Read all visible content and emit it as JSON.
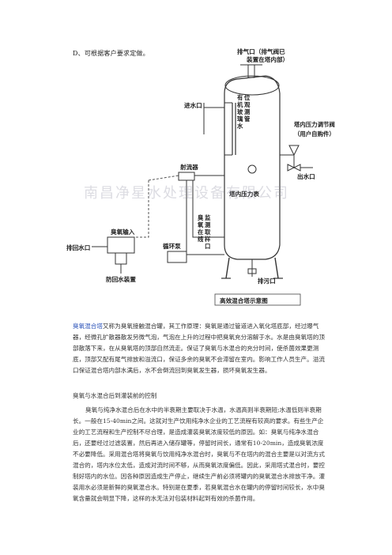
{
  "doc": {
    "intro_line": "D、可根据客户要求定做。",
    "watermark": "南昌净星水处理设备有限公司",
    "diagram": {
      "exhaust": "排气口（排气阀已",
      "exhaust2": "装置在塔内部）",
      "inlet": "进水口",
      "level_gauge": "有机玻璃水位观测管",
      "pressure_reg": "塔内压力调节阀",
      "pressure_reg2": "（用户自购件）",
      "outlet": "出水口",
      "ejector": "射流器",
      "tower_pressure": "塔内压力表",
      "ozone_in": "臭氧输入",
      "recycle_outlet": "排回水口",
      "circulation_pump": "循环泵",
      "mix_line": "臭氧在线监测取样口",
      "backflow": "防回水装置",
      "drain": "排污口",
      "caption": "高效混合塔示意图"
    },
    "para1_kw": "臭氧混合塔",
    "para1": "又称为臭氧接触混合罐，其工作原理：臭氧是通过管道进入氧化塔底部，经过曝气器，经微孔扩散器散发另微气泡，气泡在上升的过程中把臭氧充分溶解于水。水是由臭氧塔的顶部散落下来，在从臭氧塔的顶部自然流走。保证了臭氧与水混合的充分时间，使杀菌效果更测底，顶部又配有尾气排放和溢流口，保证多余的臭氧不会滞留在室内。影响工作人员生产。溢流口保证混合塔内部水满后，水不会倒流回到臭氧发生器，损坏臭氧发生器。",
    "heading2": "臭氧与水混合后到灌装前的控制",
    "para2": "臭氧与纯净水混合后在水中的半衰期主要取决于水温，水温高则半衰期短;水温低则半衰期长。一般在15-40min之间。这就对生产饮用纯净水企业的工艺流程有较高的要求。有些生产企业的工艺流程和生产控制不尽合理，是造成灌装臭氧浓度较低的原因。如：臭氧与纯净水混合后，还要经过过滤装置，然后再进入储存罐等，停留时间长，通常有10-20min，造成臭氧浓度不必要降低。采用混合塔将臭氧与饮用纯净水混合时，臭氧与不在塔内的混合主要是以对流方式混合的，塔内水位太低，造成对流时间不够，从而臭氧浓度偏低。因此，采用塔式混合时，要控制好塔内的水位。因各种原因造成生产停止，继续生产前必须将罐内的臭氧混合水排放干净。灌装用水必须是新鲜的臭氧混合水。特别是在夏季，若臭氧混合水在罐内的停留时间较长，水中臭氧含量就会明显下降，这样的水无法对包装材料起到有效的杀菌作用。"
  }
}
